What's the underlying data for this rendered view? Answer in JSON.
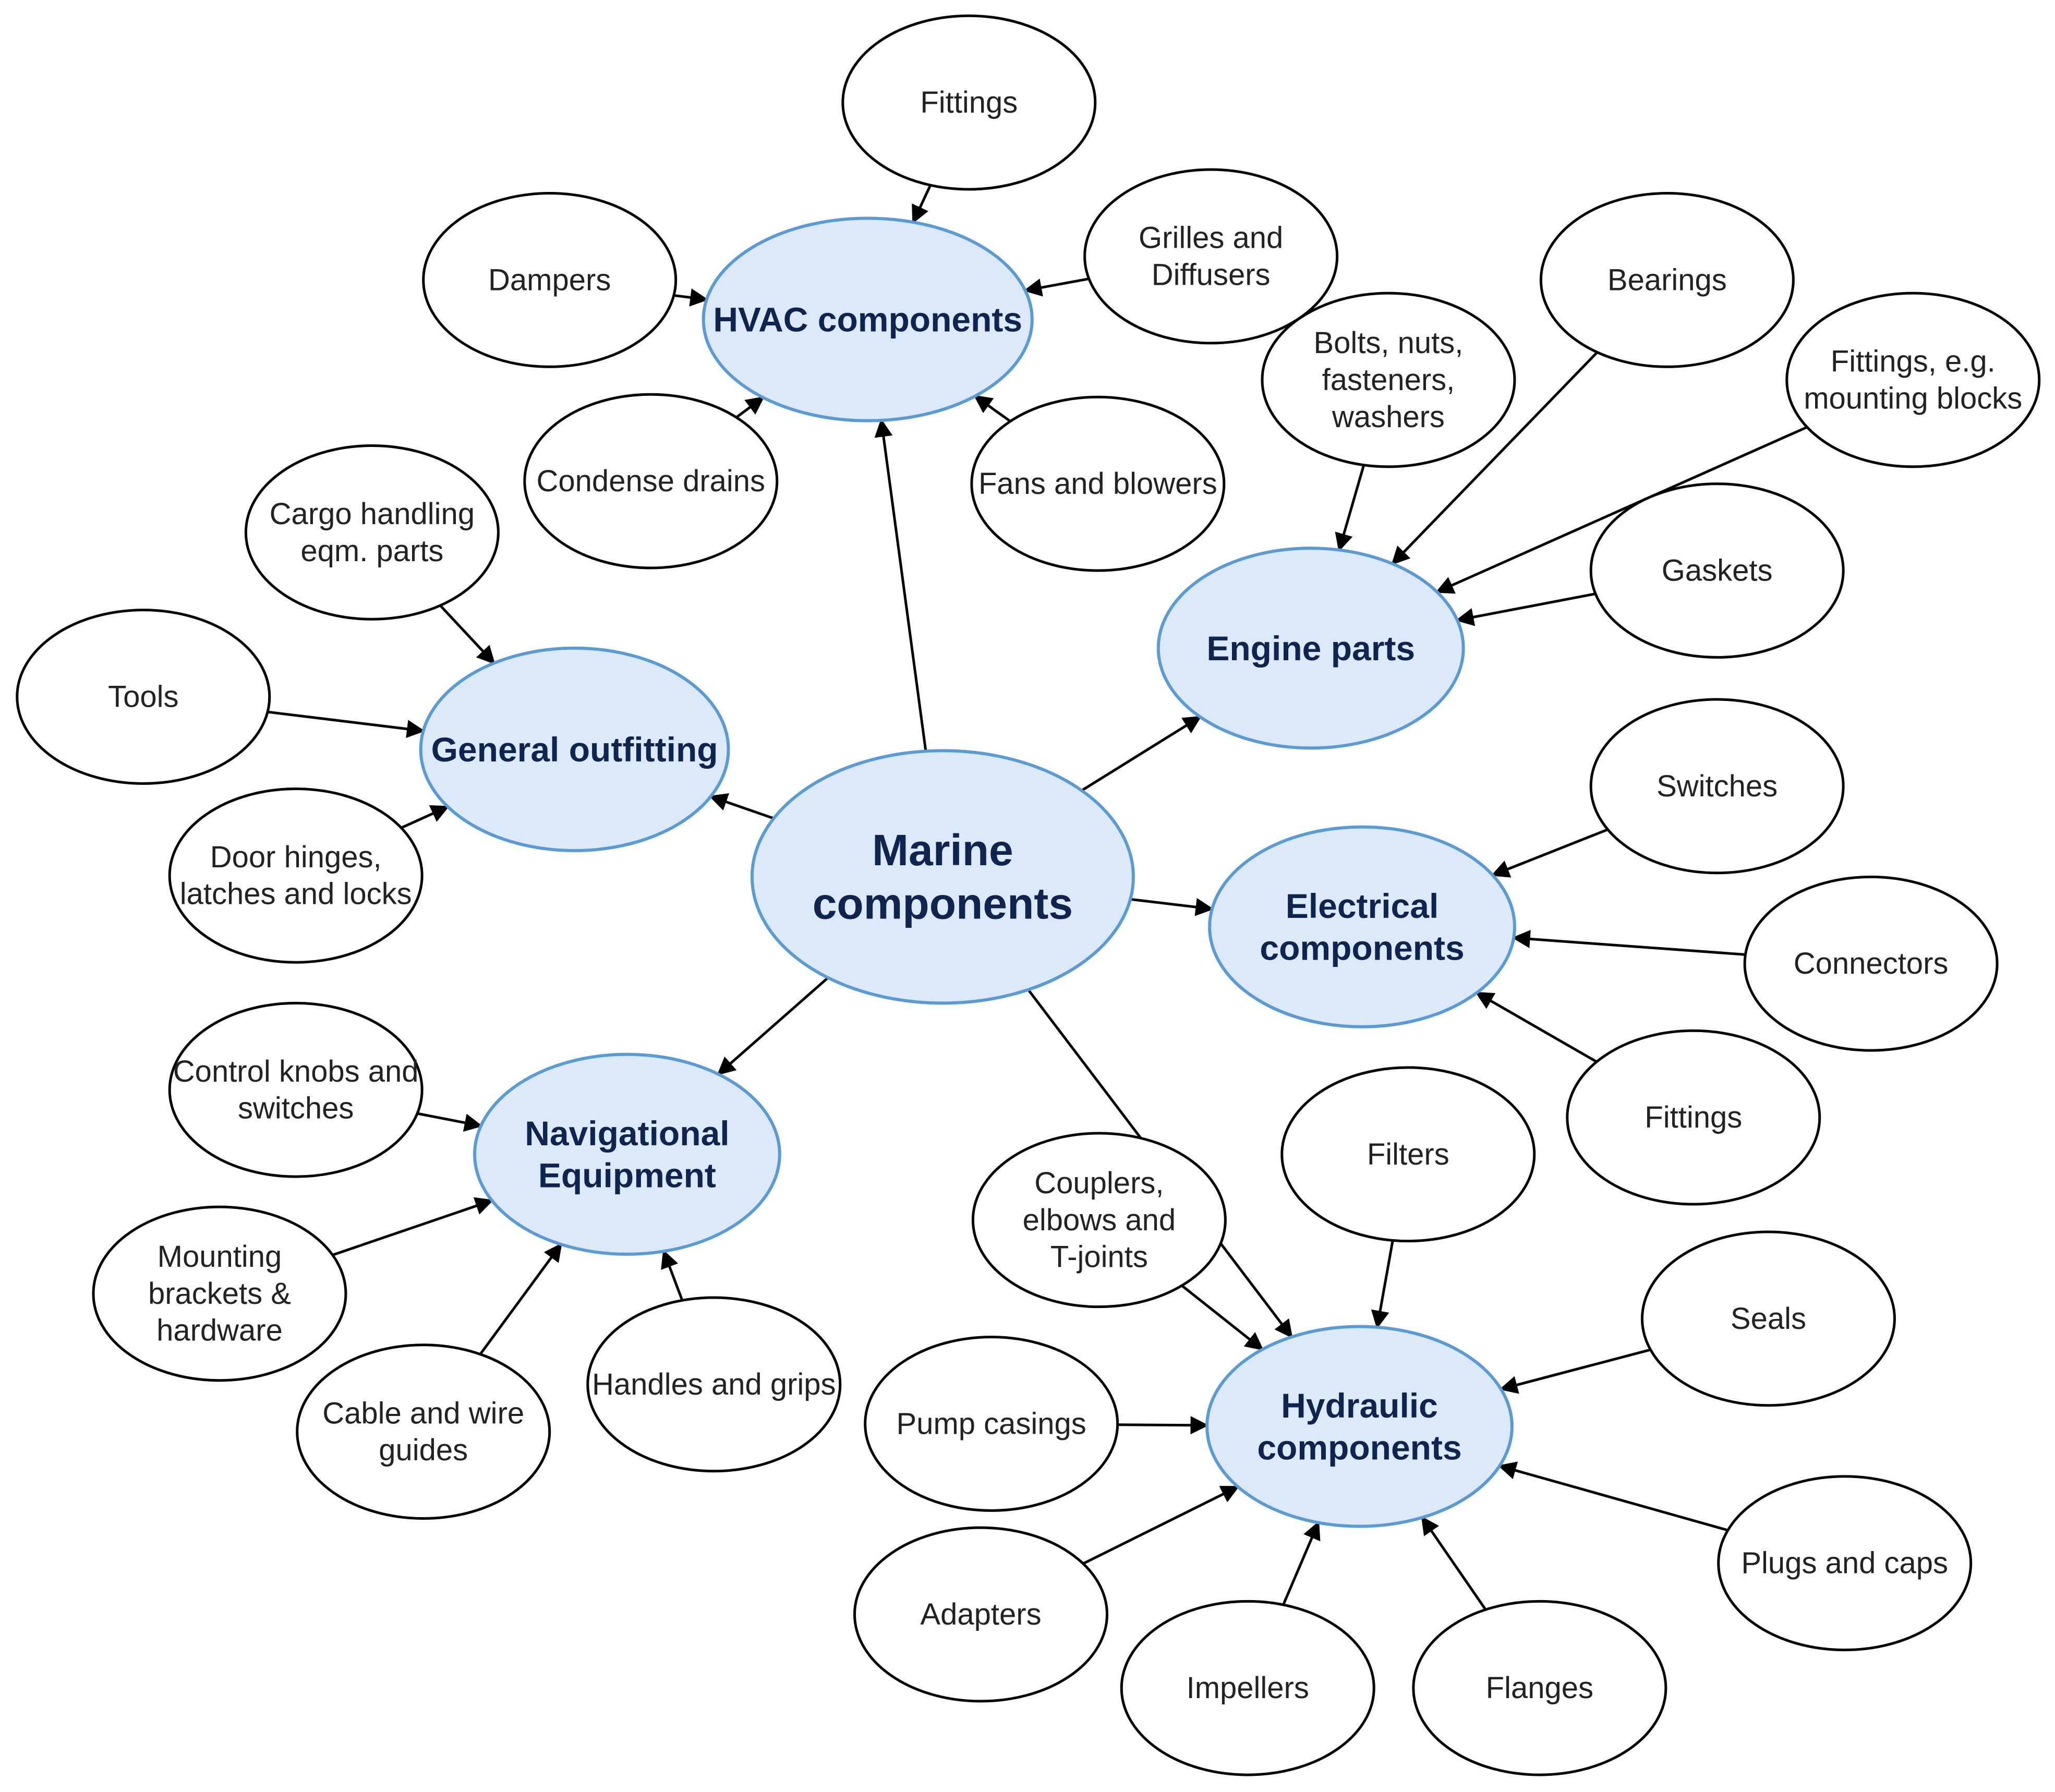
{
  "root": {
    "name": "marine-components",
    "lines": [
      "Marine",
      "components"
    ]
  },
  "categories": [
    {
      "id": "hvac",
      "lines": [
        "HVAC components"
      ]
    },
    {
      "id": "general",
      "lines": [
        "General outfitting"
      ]
    },
    {
      "id": "engine",
      "lines": [
        "Engine parts"
      ]
    },
    {
      "id": "electrical",
      "lines": [
        "Electrical",
        "components"
      ]
    },
    {
      "id": "navigational",
      "lines": [
        "Navigational",
        "Equipment"
      ]
    },
    {
      "id": "hydraulic",
      "lines": [
        "Hydraulic",
        "components"
      ]
    }
  ],
  "leaves": [
    {
      "id": "hvac-fittings",
      "parent": "hvac",
      "lines": [
        "Fittings"
      ]
    },
    {
      "id": "dampers",
      "parent": "hvac",
      "lines": [
        "Dampers"
      ]
    },
    {
      "id": "grilles",
      "parent": "hvac",
      "lines": [
        "Grilles and",
        "Diffusers"
      ]
    },
    {
      "id": "condense-drains",
      "parent": "hvac",
      "lines": [
        "Condense drains"
      ]
    },
    {
      "id": "fans",
      "parent": "hvac",
      "lines": [
        "Fans and blowers"
      ]
    },
    {
      "id": "cargo",
      "parent": "general",
      "lines": [
        "Cargo handling",
        "eqm. parts"
      ]
    },
    {
      "id": "tools",
      "parent": "general",
      "lines": [
        "Tools"
      ]
    },
    {
      "id": "door-hinges",
      "parent": "general",
      "lines": [
        "Door hinges,",
        "latches and locks"
      ]
    },
    {
      "id": "bolts",
      "parent": "engine",
      "lines": [
        "Bolts, nuts,",
        "fasteners,",
        "washers"
      ]
    },
    {
      "id": "bearings",
      "parent": "engine",
      "lines": [
        "Bearings"
      ]
    },
    {
      "id": "engine-fittings",
      "parent": "engine",
      "lines": [
        "Fittings, e.g.",
        "mounting blocks"
      ]
    },
    {
      "id": "gaskets",
      "parent": "engine",
      "lines": [
        "Gaskets"
      ]
    },
    {
      "id": "switches",
      "parent": "electrical",
      "lines": [
        "Switches"
      ]
    },
    {
      "id": "connectors",
      "parent": "electrical",
      "lines": [
        "Connectors"
      ]
    },
    {
      "id": "electrical-fittings",
      "parent": "electrical",
      "lines": [
        "Fittings"
      ]
    },
    {
      "id": "control-knobs",
      "parent": "navigational",
      "lines": [
        "Control knobs and",
        "switches"
      ]
    },
    {
      "id": "mounting-brackets",
      "parent": "navigational",
      "lines": [
        "Mounting",
        "brackets &",
        "hardware"
      ]
    },
    {
      "id": "cable-guides",
      "parent": "navigational",
      "lines": [
        "Cable and wire",
        "guides"
      ]
    },
    {
      "id": "handles",
      "parent": "navigational",
      "lines": [
        "Handles and grips"
      ]
    },
    {
      "id": "filters",
      "parent": "hydraulic",
      "lines": [
        "Filters"
      ]
    },
    {
      "id": "couplers",
      "parent": "hydraulic",
      "lines": [
        "Couplers,",
        "elbows and",
        "T-joints"
      ]
    },
    {
      "id": "seals",
      "parent": "hydraulic",
      "lines": [
        "Seals"
      ]
    },
    {
      "id": "pump-casings",
      "parent": "hydraulic",
      "lines": [
        "Pump casings"
      ]
    },
    {
      "id": "plugs",
      "parent": "hydraulic",
      "lines": [
        "Plugs and caps"
      ]
    },
    {
      "id": "adapters",
      "parent": "hydraulic",
      "lines": [
        "Adapters"
      ]
    },
    {
      "id": "impellers",
      "parent": "hydraulic",
      "lines": [
        "Impellers"
      ]
    },
    {
      "id": "flanges",
      "parent": "hydraulic",
      "lines": [
        "Flanges"
      ]
    }
  ],
  "colors": {
    "category_fill": "#dbe9f8",
    "category_stroke": "#5b9bd5",
    "leaf_fill": "#ffffff",
    "leaf_stroke": "#000000",
    "edge": "#000000",
    "label": "#0f2550"
  }
}
